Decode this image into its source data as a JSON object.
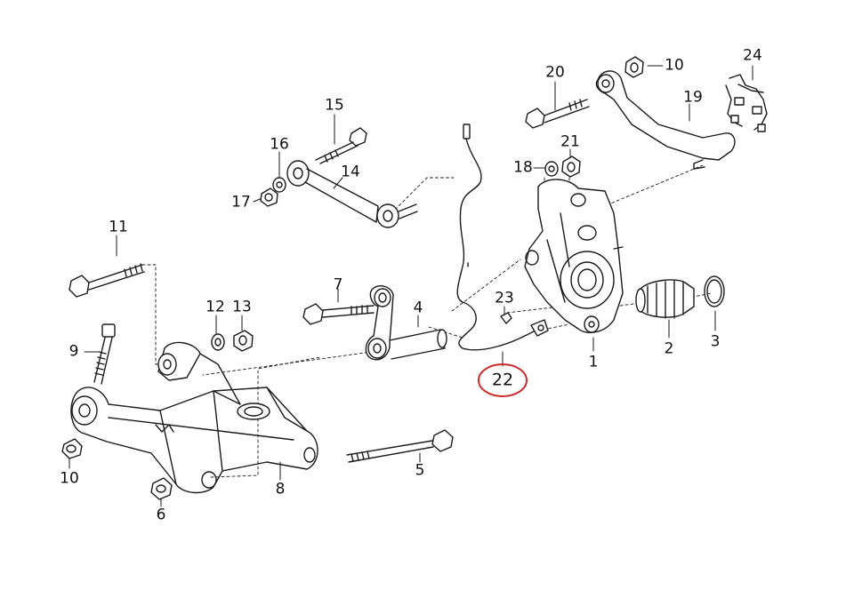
{
  "diagram": {
    "highlight_color": "#cc2a2a",
    "ink_color": "#1a1a1a",
    "highlighted_part": "22",
    "callouts": [
      {
        "id": "c1",
        "text": "1"
      },
      {
        "id": "c2",
        "text": "2"
      },
      {
        "id": "c3",
        "text": "3"
      },
      {
        "id": "c4",
        "text": "4"
      },
      {
        "id": "c5",
        "text": "5"
      },
      {
        "id": "c6",
        "text": "6"
      },
      {
        "id": "c7",
        "text": "7"
      },
      {
        "id": "c8",
        "text": "8"
      },
      {
        "id": "c9",
        "text": "9"
      },
      {
        "id": "c10a",
        "text": "10"
      },
      {
        "id": "c10b",
        "text": "10"
      },
      {
        "id": "c11",
        "text": "11"
      },
      {
        "id": "c12",
        "text": "12"
      },
      {
        "id": "c13",
        "text": "13"
      },
      {
        "id": "c14",
        "text": "14"
      },
      {
        "id": "c15",
        "text": "15"
      },
      {
        "id": "c16",
        "text": "16"
      },
      {
        "id": "c17",
        "text": "17"
      },
      {
        "id": "c18",
        "text": "18"
      },
      {
        "id": "c19",
        "text": "19"
      },
      {
        "id": "c20",
        "text": "20"
      },
      {
        "id": "c21",
        "text": "21"
      },
      {
        "id": "c22",
        "text": "22"
      },
      {
        "id": "c23",
        "text": "23"
      },
      {
        "id": "c24",
        "text": "24"
      }
    ]
  }
}
